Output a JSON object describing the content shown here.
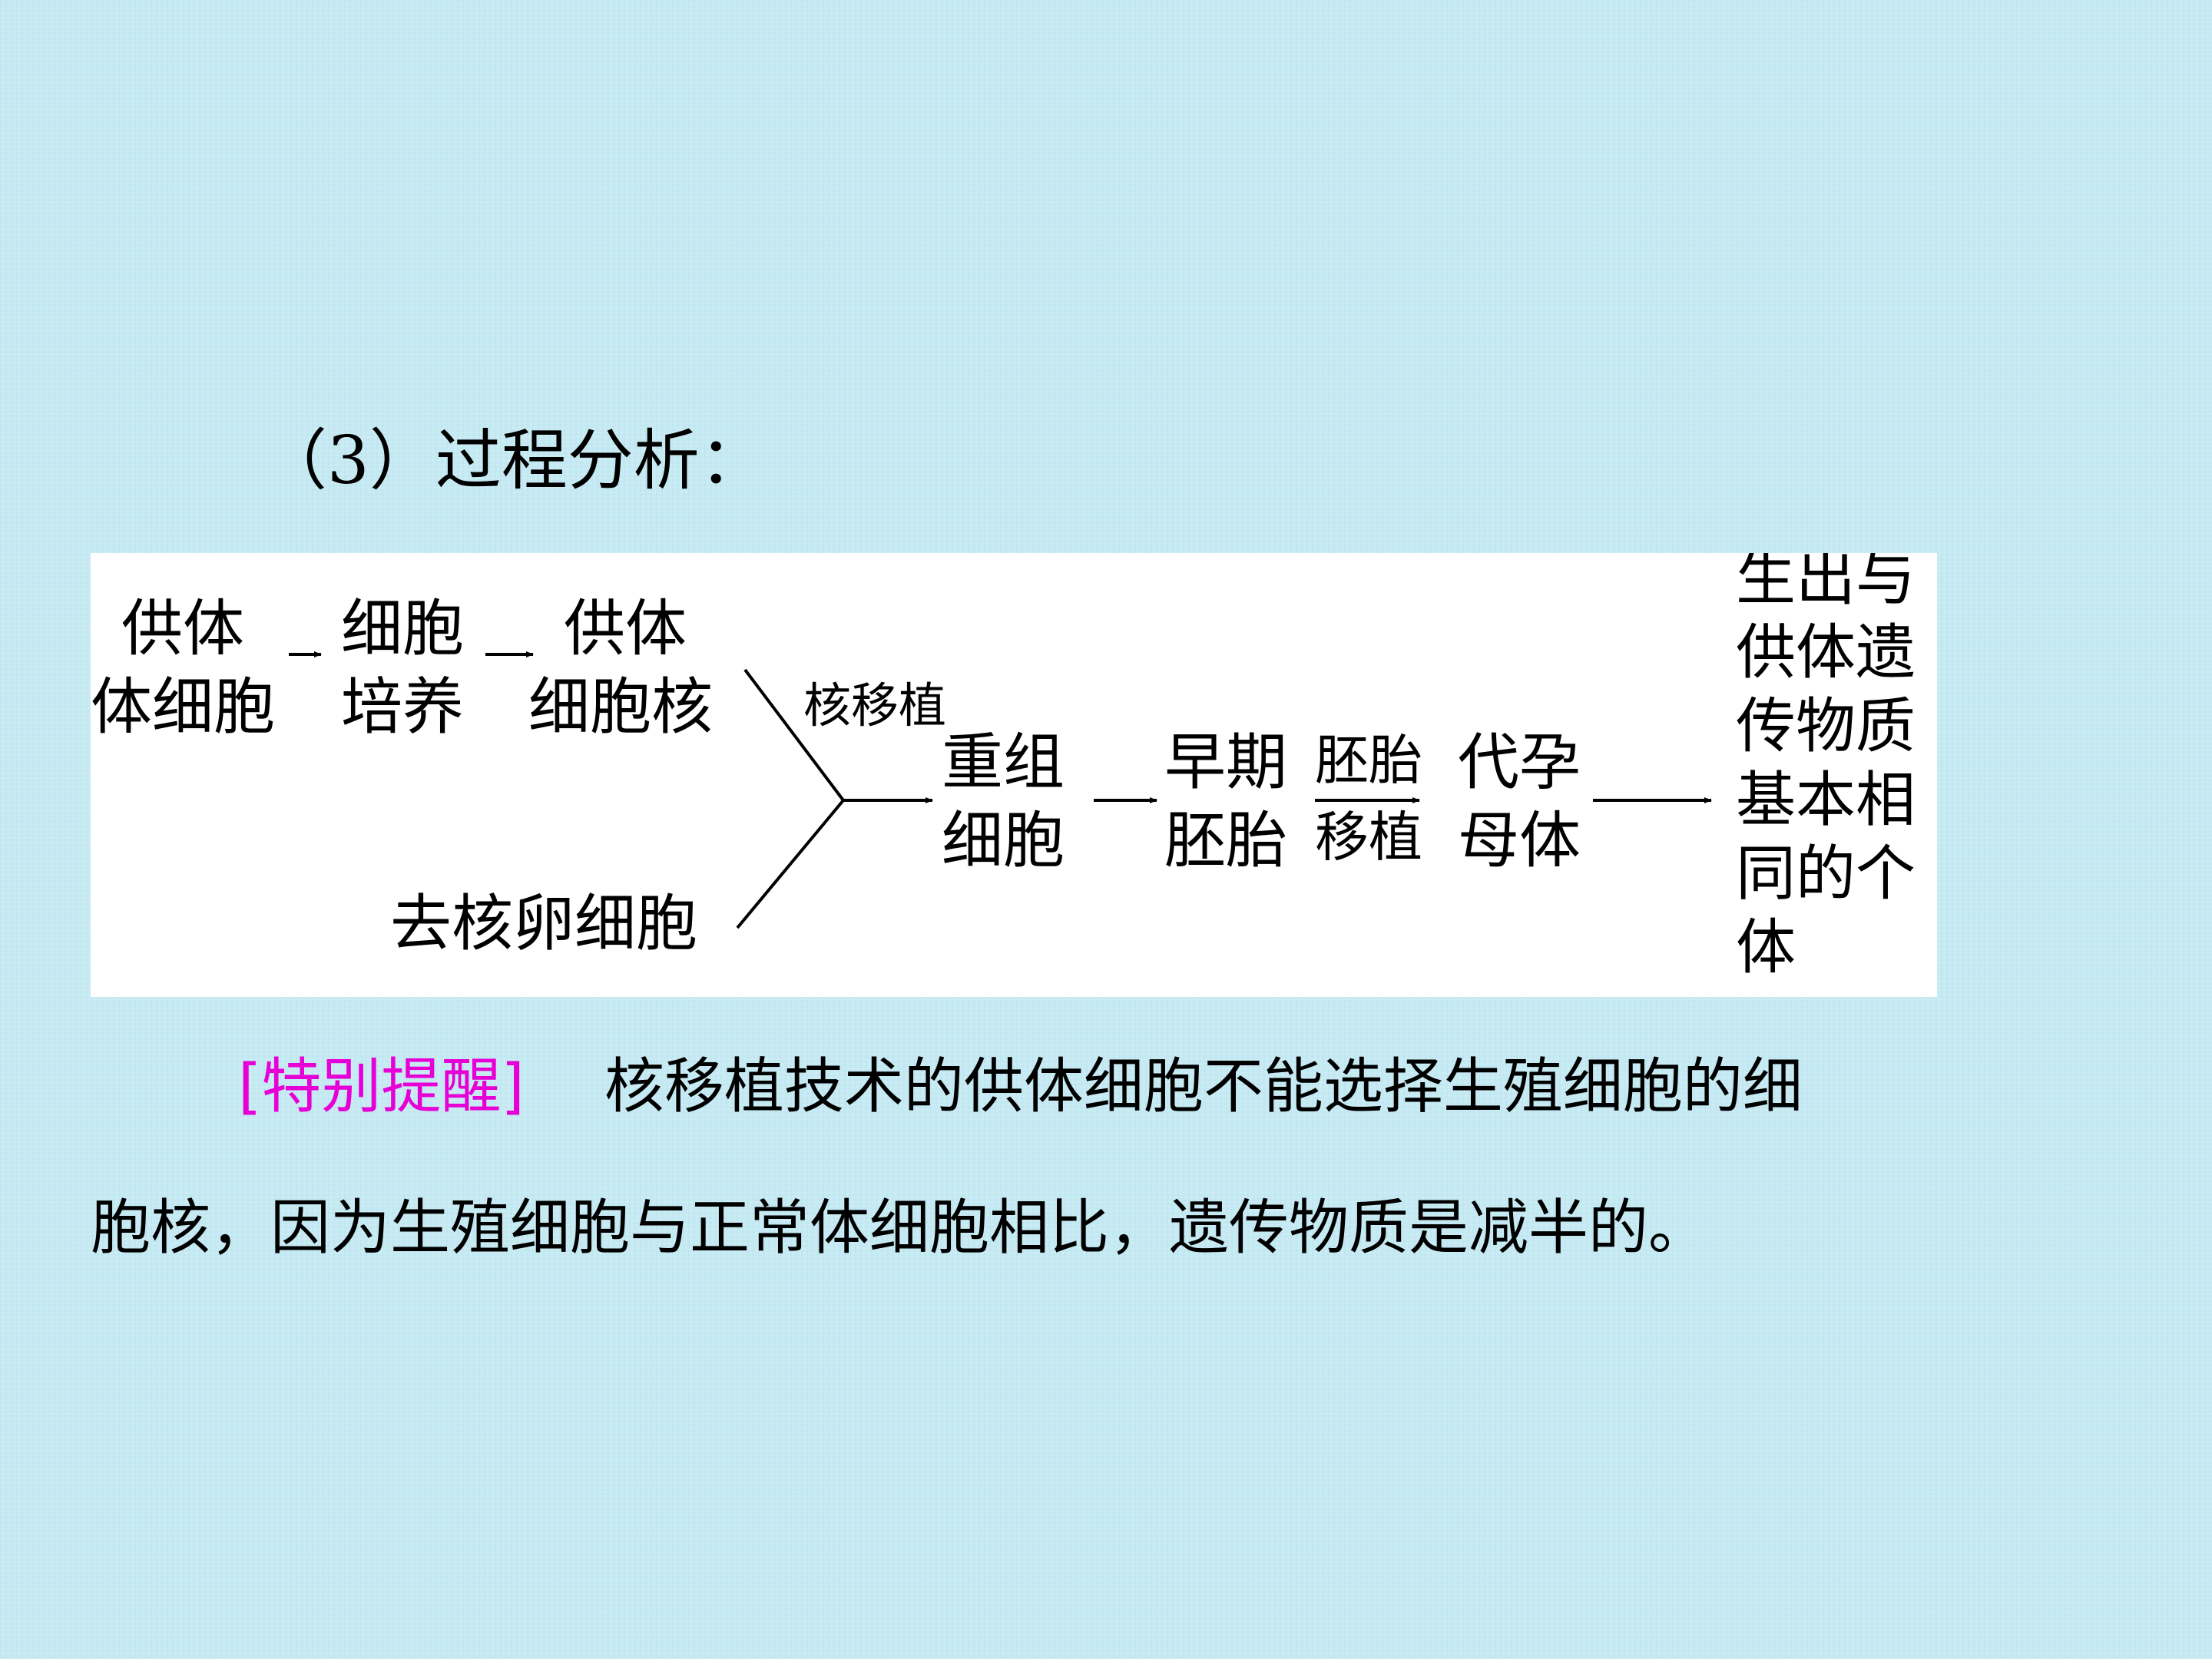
{
  "heading": "（3）过程分析：",
  "diagram": {
    "donor_cell": [
      "供体",
      "体细胞"
    ],
    "cell_culture": [
      "细胞",
      "培养"
    ],
    "donor_nucleus": [
      "供体",
      "细胞核"
    ],
    "enucleated_egg": "去核卵细胞",
    "nuclear_transfer_label": "核移植",
    "reconstructed_cell": [
      "重组",
      "细胞"
    ],
    "early_embryo": [
      "早期",
      "胚胎"
    ],
    "embryo_transfer_label": [
      "胚胎",
      "移植"
    ],
    "surrogate_mother": [
      "代孕",
      "母体"
    ],
    "offspring": [
      "生出与",
      "供体遗",
      "传物质",
      "基本相",
      "同的个",
      "体"
    ]
  },
  "note": {
    "tag": "[特别提醒]",
    "line1": "核移植技术的供体细胞不能选择生殖细胞的细",
    "line2": "胞核，因为生殖细胞与正常体细胞相比，遗传物质是减半的。",
    "tag_color": "#e600d6"
  }
}
